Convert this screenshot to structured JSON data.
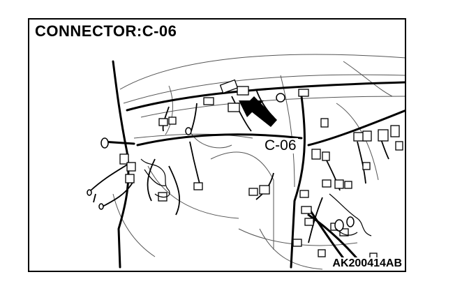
{
  "diagram": {
    "title": "CONNECTOR:C-06",
    "callout_label": "C-06",
    "figure_id": "AK200414AB"
  },
  "colors": {
    "ink": "#000000",
    "paper": "#ffffff",
    "body_lines": "#555555"
  },
  "icons": {
    "pointer": "arrow-icon"
  }
}
